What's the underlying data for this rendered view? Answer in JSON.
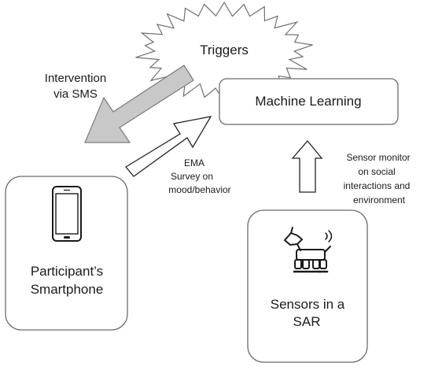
{
  "triggers": {
    "label": "Triggers"
  },
  "machine_learning": {
    "label": "Machine Learning"
  },
  "intervention": {
    "line1": "Intervention",
    "line2": "via SMS"
  },
  "ema": {
    "line1": "EMA",
    "line2": "Survey on",
    "line3": "mood/behavior"
  },
  "sensor_monitor": {
    "line1": "Sensor monitor",
    "line2": "on social",
    "line3": "interactions and",
    "line4": "environment"
  },
  "smartphone_box": {
    "line1": "Participant’s",
    "line2": "Smartphone",
    "icon": "smartphone-icon"
  },
  "sar_box": {
    "line1": "Sensors in a",
    "line2": "SAR",
    "icon": "robot-dog-icon"
  },
  "colors": {
    "box_stroke": "#6b6b6b",
    "gray_arrow_fill": "#c8c8c8",
    "gray_arrow_stroke": "#7a7a7a",
    "white_arrow_fill": "#ffffff",
    "text": "#1a1a1a"
  }
}
